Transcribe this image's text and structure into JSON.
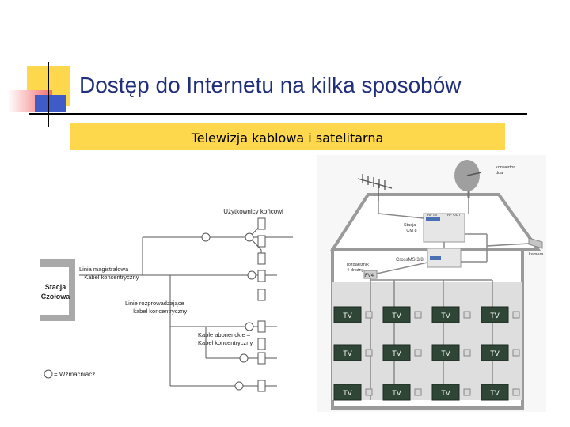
{
  "slide": {
    "title": "Dostęp do Internetu na kilka sposobów",
    "subtitle": "Telewizja kablowa i satelitarna",
    "colors": {
      "accent_yellow": "#fdd84c",
      "accent_red": "#f26b6b",
      "accent_blue": "#3f5bc8",
      "title_color": "#1f2f7a"
    }
  },
  "cable_diagram": {
    "users_label": "Użytkownicy końcowi",
    "head_station_label": [
      "Stacja",
      "Czołowa"
    ],
    "trunk_label": [
      "Linia magistralowa",
      "– Kabel koncentryczny"
    ],
    "distribution_label": [
      "Linie rozprowadzające",
      "– kabel koncentryczny"
    ],
    "drop_label": [
      "Kable abonenckie –",
      "Kabel koncentryczny"
    ],
    "amplifier_legend": "= Wzmacniacz"
  },
  "satellite_diagram": {
    "converter_label": [
      "konwertor",
      "dual"
    ],
    "station_label": [
      "Stacja",
      "TCM 8"
    ],
    "crossms_label": "CrossMS 3/8",
    "splitter_label": [
      "rozgałęźnik",
      "4-drożny"
    ],
    "fv_label": "FV4",
    "camera_label": "kamera",
    "rf_in_label": "RF IN",
    "rf_out_label": "RF OUT",
    "tv_label": "TV"
  }
}
